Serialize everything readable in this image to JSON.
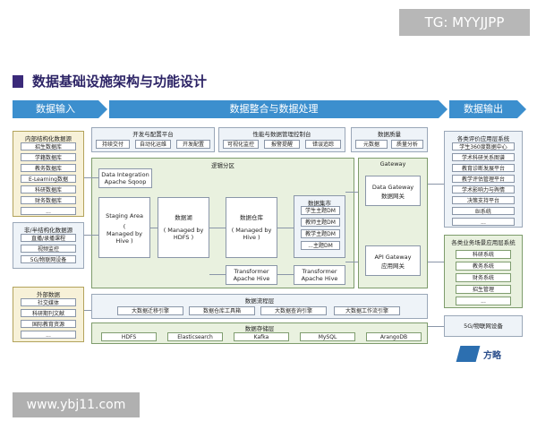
{
  "watermarks": {
    "top": "TG: MYYJJPP",
    "bottom": "www.ybj11.com"
  },
  "title": "数据基础设施架构与功能设计",
  "banners": {
    "input": "数据输入",
    "integration": "数据整合与数据处理",
    "output": "数据输出"
  },
  "internal": {
    "title": "内部结构化数据源",
    "items": [
      "招生数据库",
      "学籍数据库",
      "教务数据库",
      "E-Learning数据",
      "科研数据库",
      "财务数据库",
      "..."
    ]
  },
  "semi": {
    "title": "非/半结构化数据源",
    "items": [
      "直播/录播课程",
      "视频监控",
      "5G/物联网设备"
    ]
  },
  "external": {
    "title": "外部数据",
    "items": [
      "社交媒体",
      "科研期刊文献",
      "国际教育资源",
      "..."
    ]
  },
  "dev_platform": {
    "title": "开发与配置平台",
    "items": [
      "持续交付",
      "自动化运维",
      "开发配置"
    ]
  },
  "perf_platform": {
    "title": "性能与数据管理控制台",
    "items": [
      "可视化监控",
      "报警提醒",
      "错误追踪"
    ]
  },
  "quality": {
    "title": "数据质量",
    "items": [
      "元数据",
      "质量分析"
    ]
  },
  "logical": {
    "title": "逻辑分区",
    "integration": [
      "Data Integration",
      "Apache Sqoop"
    ],
    "staging": [
      "Staging Area",
      "(",
      "Managed by",
      "Hive )"
    ],
    "lake": [
      "数据湖",
      "( Managed by",
      "HDFS )"
    ],
    "warehouse": [
      "数据仓库",
      "( Managed by",
      "Hive )"
    ],
    "mart_title": "数据集市",
    "marts": [
      "学生主题DM",
      "教师主题DM",
      "教学主题DM",
      "...主题DM"
    ],
    "transformer1": [
      "Transformer",
      "Apache Hive"
    ],
    "transformer2": [
      "Transformer",
      "Apache Hive"
    ]
  },
  "gateway": {
    "title": "Gateway",
    "data_gw": [
      "Data Gateway",
      "数据网关"
    ],
    "api_gw": [
      "API Gateway",
      "应用网关"
    ]
  },
  "flow_engine": {
    "title": "数据流程层",
    "items": [
      "大数据迁移引擎",
      "数据仓库工具箱",
      "大数据查询引擎",
      "大数据工作流引擎"
    ]
  },
  "storage": {
    "title": "数据存储层",
    "items": [
      "HDFS",
      "Elasticsearch",
      "Kafka",
      "MySQL",
      "ArangoDB"
    ]
  },
  "eval": {
    "title": "各类评价应用层系统",
    "items": [
      "学生360度数据中心",
      "学术科研关系图谱",
      "教育诊断发展平台",
      "教学评估管理平台",
      "学术影响力与舆情",
      "决策支持平台",
      "BI系统",
      "..."
    ]
  },
  "biz": {
    "title": "各类业务场景应用层系统",
    "items": [
      "科研系统",
      "教务系统",
      "财务系统",
      "招生管理",
      "..."
    ]
  },
  "iot_out": "5G/物联网设备",
  "logo": "方略",
  "colors": {
    "banner": "#3c8fce",
    "title": "#2d2466"
  }
}
